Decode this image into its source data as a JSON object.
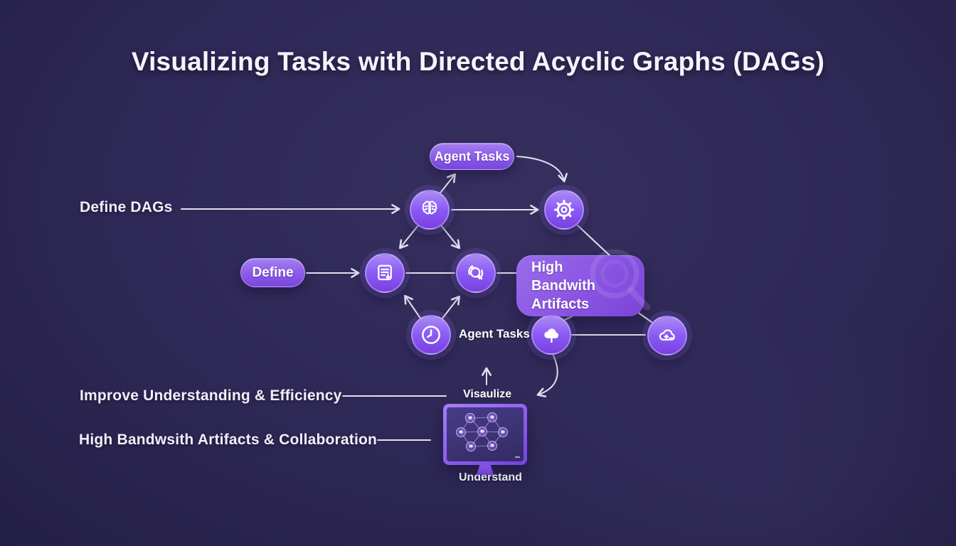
{
  "title": "Visualizing Tasks with Directed Acyclic Graphs (DAGs)",
  "left_labels": {
    "define_dags": "Define DAGs",
    "improve": "Improve Understanding & Efficiency",
    "collaboration": "High Bandwsith Artifacts & Collaboration"
  },
  "pills": {
    "agent_tasks": "Agent Tasks",
    "define": "Define"
  },
  "box": {
    "label": "High Bandwith Artifacts"
  },
  "inline_labels": {
    "agent_tasks": "Agent Tasks",
    "visualize": "Visaulize",
    "understand": "Understand"
  },
  "icons": {
    "brain": "brain-icon",
    "gear": "gear-icon",
    "document": "document-list-icon",
    "sync_search": "sync-search-icon",
    "clock": "clock-icon",
    "cloud": "cloud-pin-icon",
    "cloud_upload": "cloud-upload-icon",
    "magnifier": "magnifier-watermark-icon",
    "monitor": "monitor-dag-icon"
  },
  "colors": {
    "background": "#2e2856",
    "node_purple": "#8b5cf6",
    "node_light": "#ab8af3",
    "box_purple": "#8a54e2",
    "line": "#ece9fa",
    "text": "#f5f3fc"
  }
}
